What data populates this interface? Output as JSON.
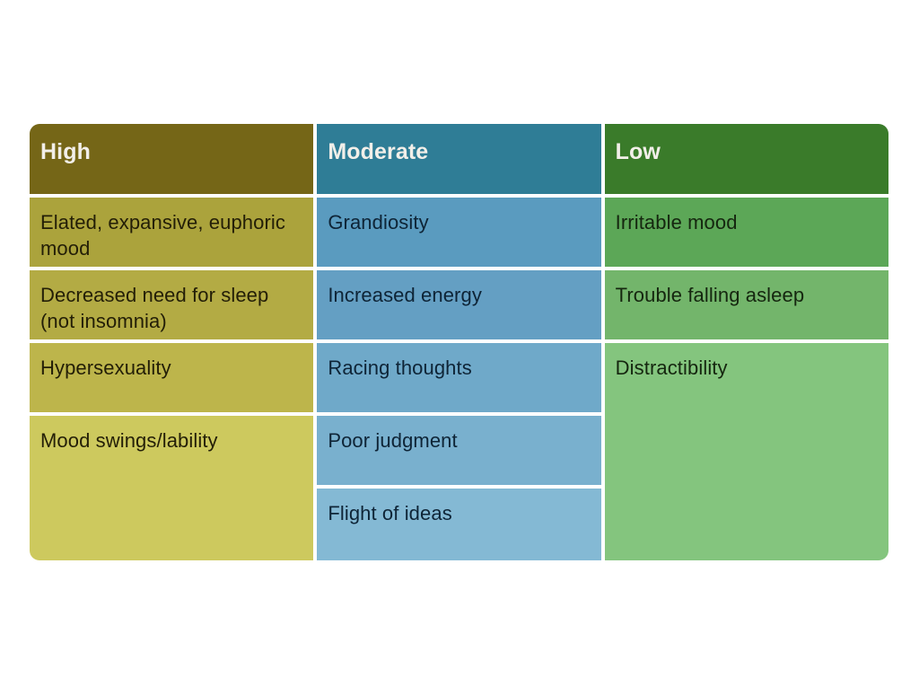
{
  "table": {
    "columns": [
      {
        "header": "High",
        "cells": [
          "Elated, expansive, euphoric mood",
          "Decreased need for sleep (not insomnia)",
          "Hypersexuality",
          "Mood swings/lability"
        ]
      },
      {
        "header": "Moderate",
        "cells": [
          "Grandiosity",
          "Increased energy",
          "Racing thoughts",
          "Poor judgment",
          "Flight of ideas"
        ]
      },
      {
        "header": "Low",
        "cells": [
          "Irritable mood",
          "Trouble falling asleep",
          "Distractibility"
        ]
      }
    ]
  },
  "colors": {
    "high_header": "#756617",
    "high_cells": [
      "#aba33c",
      "#b3ab44",
      "#bdb54b",
      "#cdc95e"
    ],
    "moderate_header": "#2f7d96",
    "moderate_cells": [
      "#5a9bbf",
      "#649fc3",
      "#6fa9c9",
      "#79b0ce",
      "#84b9d4"
    ],
    "low_header": "#3a7b2a",
    "low_cells": [
      "#5ca757",
      "#73b56b",
      "#84c57e"
    ],
    "header_text": "#f2efe9",
    "background": "#ffffff"
  },
  "chart_data": {
    "type": "table",
    "title": "",
    "columns": [
      "High",
      "Moderate",
      "Low"
    ],
    "rows": [
      [
        "Elated, expansive, euphoric mood",
        "Grandiosity",
        "Irritable mood"
      ],
      [
        "Decreased need for sleep (not insomnia)",
        "Increased energy",
        "Trouble falling asleep"
      ],
      [
        "Hypersexuality",
        "Racing thoughts",
        "Distractibility"
      ],
      [
        "Mood swings/lability",
        "Poor judgment",
        "Distractibility (spanned)"
      ],
      [
        "Mood swings/lability (spanned)",
        "Flight of ideas",
        "Distractibility (spanned)"
      ],
      [
        "",
        "",
        ""
      ]
    ],
    "layout_hints": {
      "high_column_spans": "Mood swings/lability spans last two rows",
      "low_column_spans": "Distractibility spans last three rows",
      "color_scheme": "each column fades lighter top to bottom"
    }
  }
}
